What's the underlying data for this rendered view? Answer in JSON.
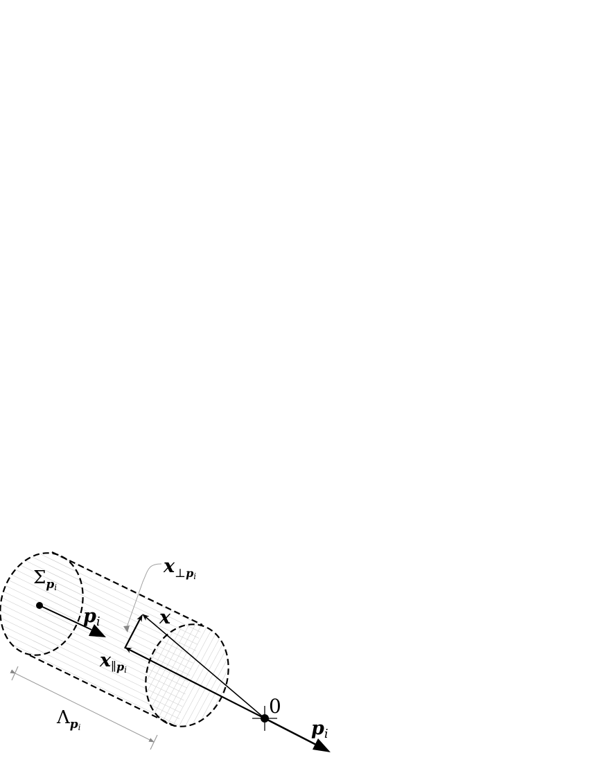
{
  "labels": {
    "sigma": "Σ",
    "p": "p",
    "i": "i",
    "x": "x",
    "perp": "⊥",
    "parallel": "∥",
    "lambda": "Λ",
    "origin": "0"
  }
}
